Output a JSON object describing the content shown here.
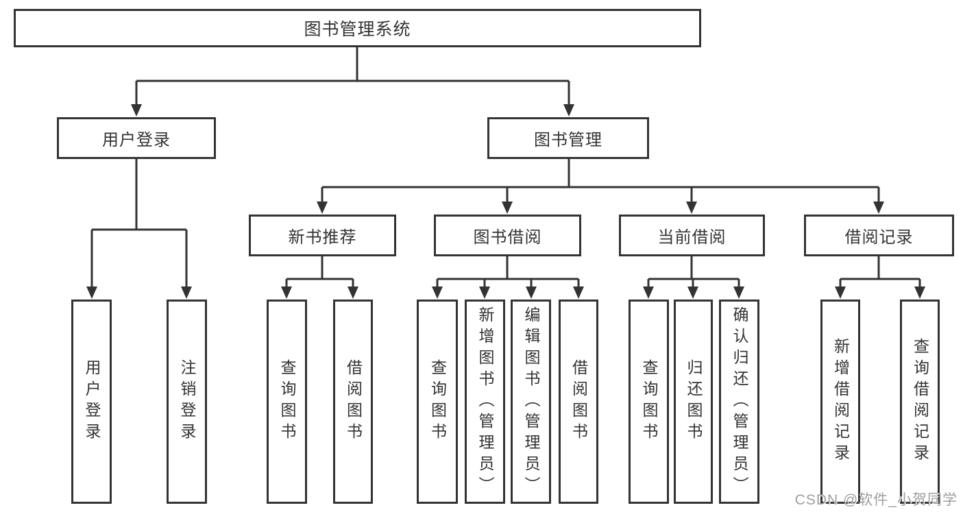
{
  "diagram": {
    "type": "tree",
    "nodes": {
      "root": "图书管理系统",
      "user_login": "用户登录",
      "book_management": "图书管理",
      "new_book_recommend": "新书推荐",
      "book_borrow": "图书借阅",
      "current_borrow": "当前借阅",
      "borrow_records": "借阅记录",
      "leaf_user_login": "用户登录",
      "leaf_logout": "注销登录",
      "leaf_nbr_query_books": "查询图书",
      "leaf_nbr_borrow_books": "借阅图书",
      "leaf_bb_query_books": "查询图书",
      "leaf_bb_add_books": "新增图书（管理员）",
      "leaf_bb_edit_books": "编辑图书（管理员）",
      "leaf_bb_borrow_books": "借阅图书",
      "leaf_cb_query_books": "查询图书",
      "leaf_cb_return_books": "归还图书",
      "leaf_cb_confirm_return": "确认归还（管理员）",
      "leaf_br_add_record": "新增借阅记录",
      "leaf_br_query_record": "查询借阅记录"
    },
    "hierarchy": {
      "图书管理系统": [
        "用户登录",
        "图书管理"
      ],
      "用户登录": [
        "用户登录",
        "注销登录"
      ],
      "图书管理": [
        "新书推荐",
        "图书借阅",
        "当前借阅",
        "借阅记录"
      ],
      "新书推荐": [
        "查询图书",
        "借阅图书"
      ],
      "图书借阅": [
        "查询图书",
        "新增图书（管理员）",
        "编辑图书（管理员）",
        "借阅图书"
      ],
      "当前借阅": [
        "查询图书",
        "归还图书",
        "确认归还（管理员）"
      ],
      "借阅记录": [
        "新增借阅记录",
        "查询借阅记录"
      ]
    },
    "colors": {
      "line": "#333333",
      "box_border": "#333333",
      "text": "#333333",
      "background": "#ffffff"
    }
  },
  "watermark": {
    "text": "CSDN @软件_小贺同学",
    "color": "#9e9e9e"
  }
}
